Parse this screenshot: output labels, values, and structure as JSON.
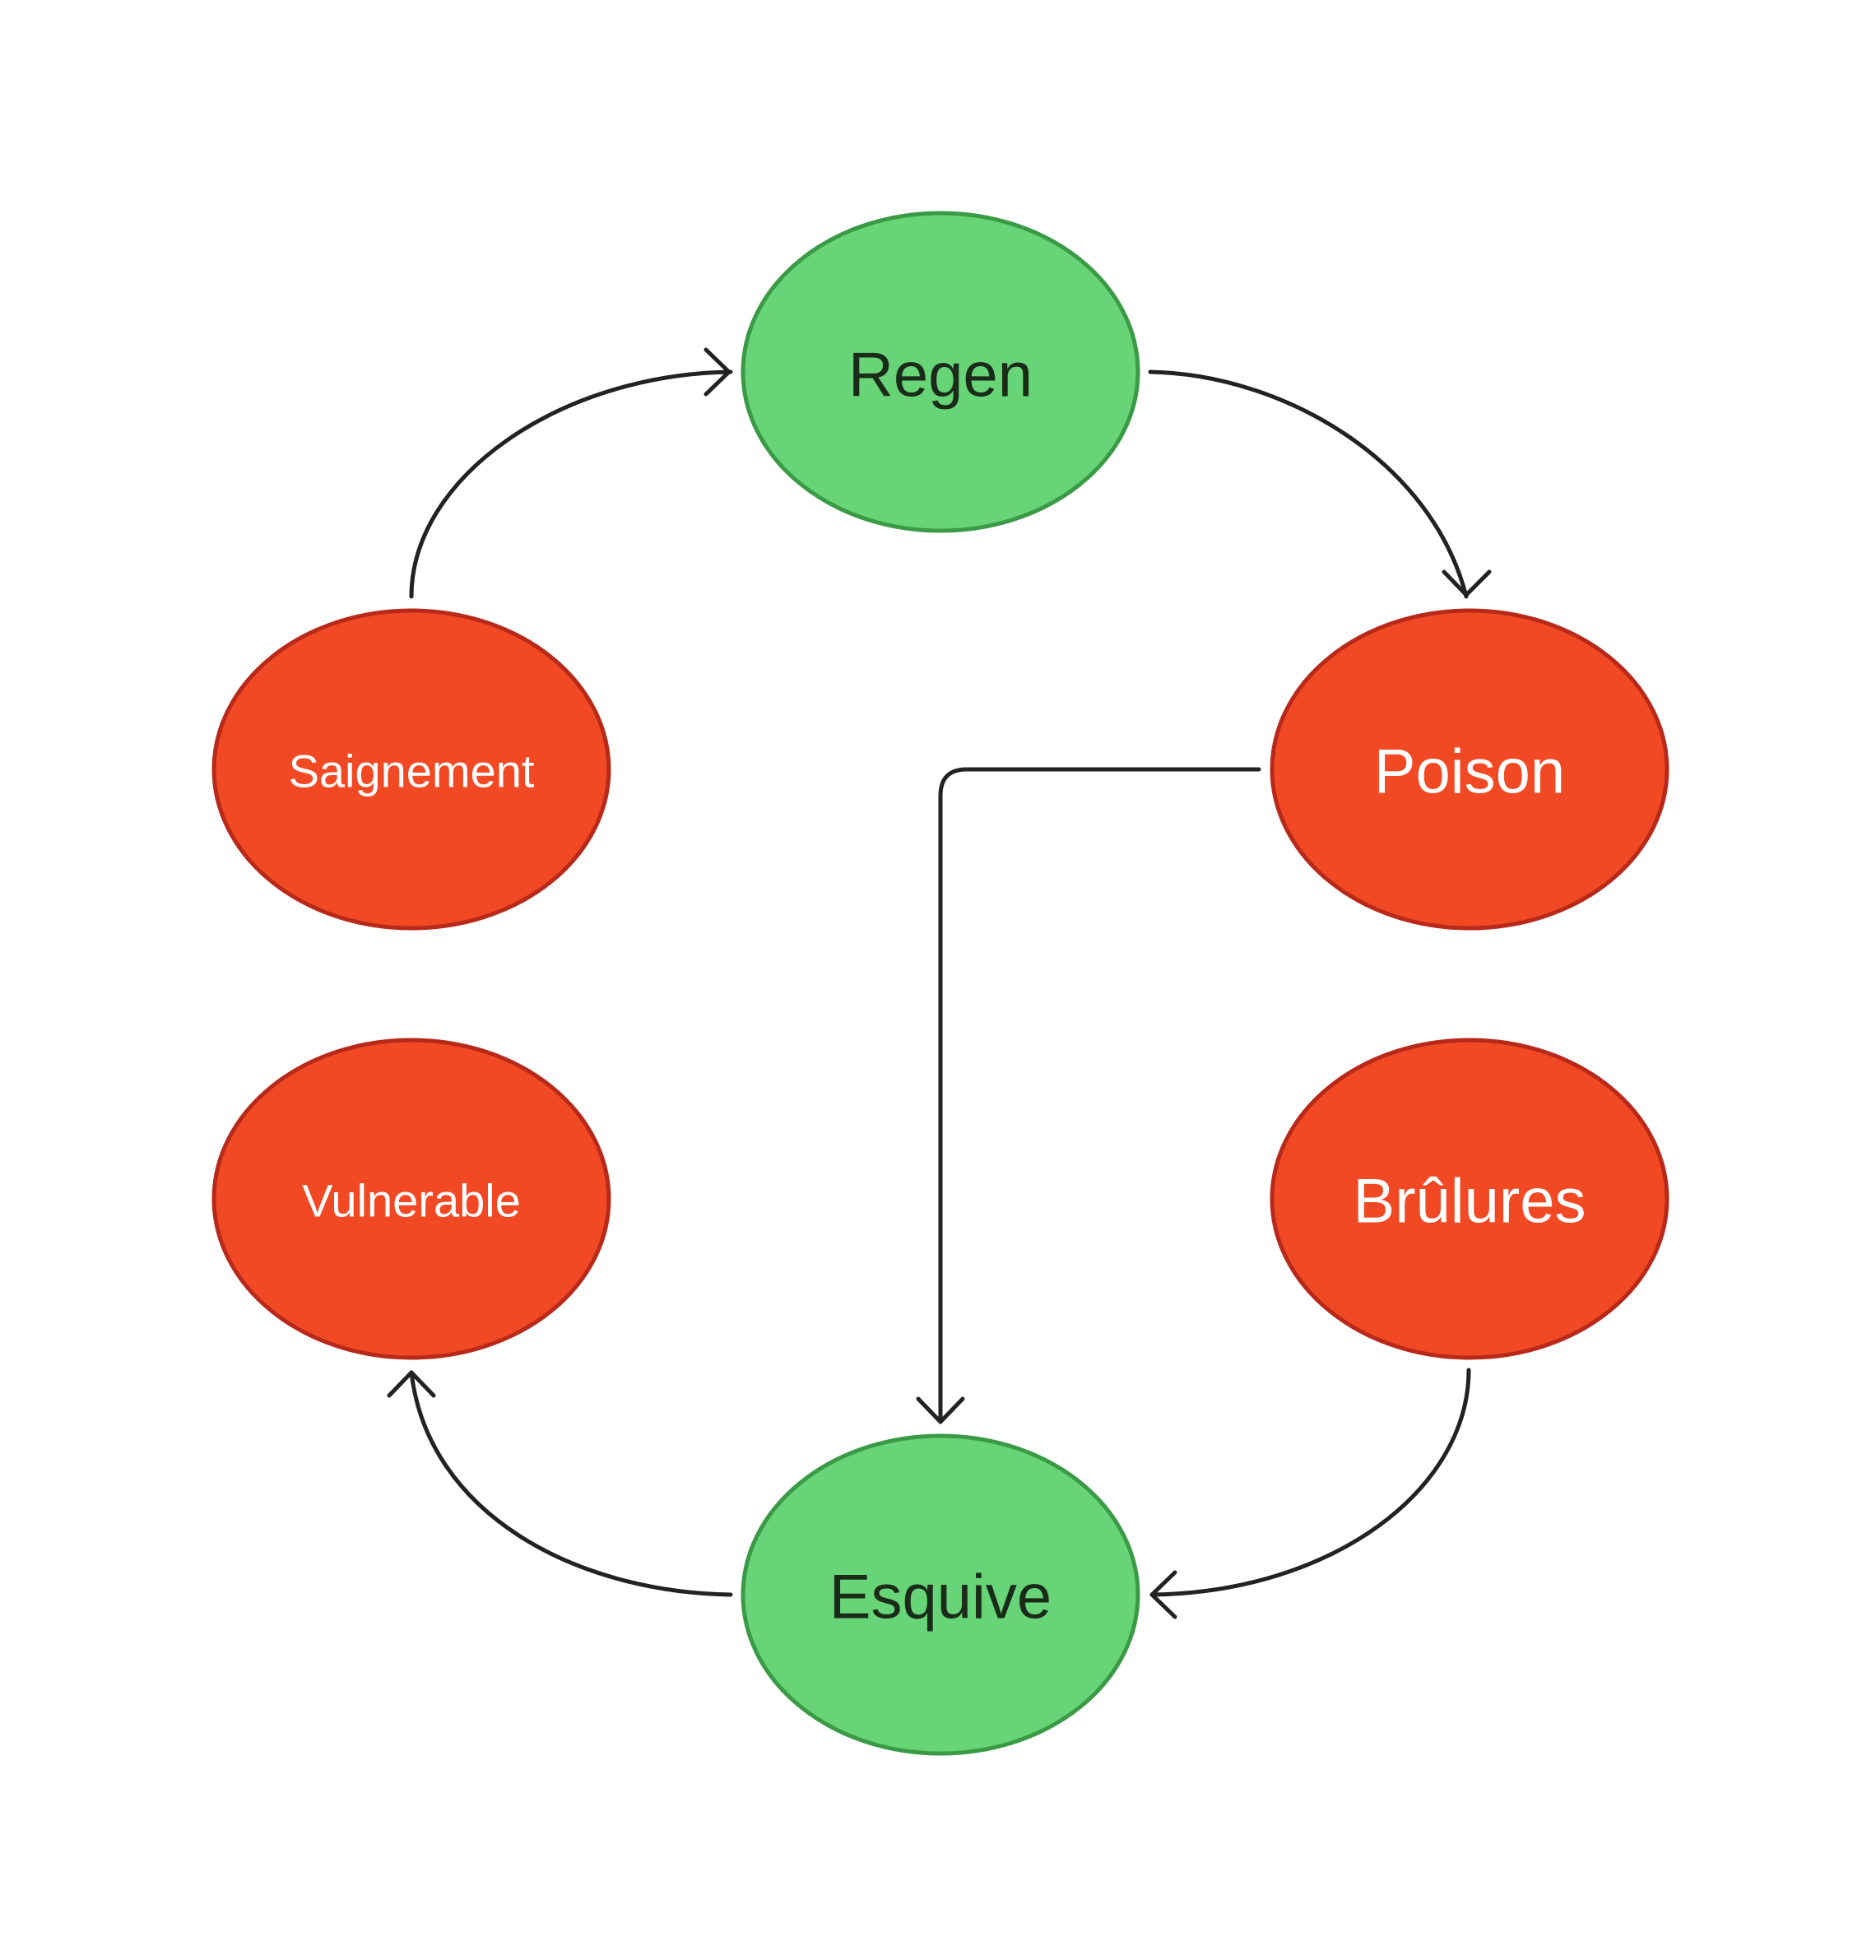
{
  "diagram": {
    "colors": {
      "beneficial_fill": "#67d577",
      "beneficial_stroke": "#3a9a46",
      "harmful_fill": "#f04923",
      "harmful_stroke": "#b8291a",
      "edge": "#222222",
      "dark_text": "#1a2b1a",
      "light_text": "#ffffff"
    },
    "nodes": {
      "regen": {
        "label": "Regen"
      },
      "poison": {
        "label": "Poison"
      },
      "brulures": {
        "label": "Brûlures"
      },
      "esquive": {
        "label": "Esquive"
      },
      "vulnerable": {
        "label": "Vulnerable"
      },
      "saignement": {
        "label": "Saignement"
      }
    },
    "edges": [
      {
        "from": "Saignement",
        "to": "Regen"
      },
      {
        "from": "Regen",
        "to": "Poison"
      },
      {
        "from": "Poison",
        "to": "Esquive"
      },
      {
        "from": "Brûlures",
        "to": "Esquive"
      },
      {
        "from": "Esquive",
        "to": "Vulnerable"
      }
    ]
  }
}
